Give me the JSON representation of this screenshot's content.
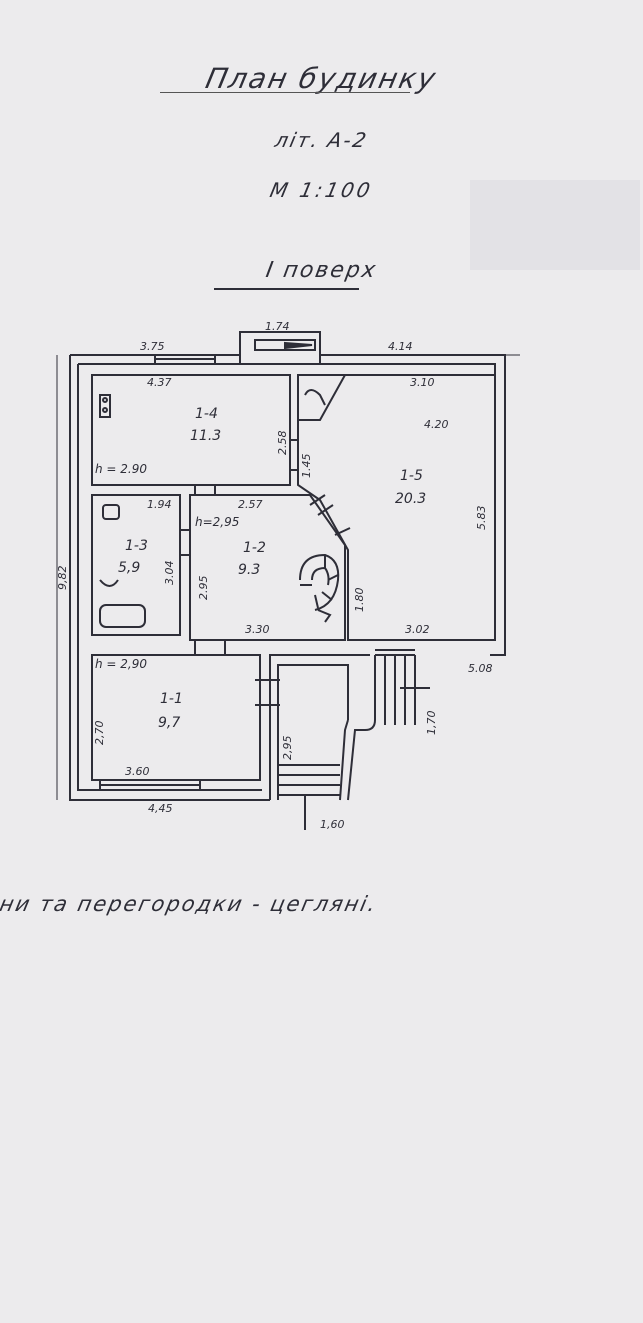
{
  "header": {
    "title": "План будинку",
    "subtitle": "літ. А-2",
    "scale": "М 1:100",
    "floor": "І поверх"
  },
  "rooms": [
    {
      "id": "1-1",
      "area": "9,7"
    },
    {
      "id": "1-2",
      "area": "9.3"
    },
    {
      "id": "1-3",
      "area": "5,9"
    },
    {
      "id": "1-4",
      "area": "11.3"
    },
    {
      "id": "1-5",
      "area": "20.3"
    }
  ],
  "heights": {
    "room_1_4": "h = 2.90",
    "room_1_2": "h=2,95",
    "room_1_1": "h = 2,90"
  },
  "dimensions": {
    "top_left": "3.75",
    "top_chimney": "1.74",
    "top_right": "4.14",
    "r14_width": "4.37",
    "r14_height": "2.58",
    "corridor": "1.45",
    "r15_top": "3.10",
    "r15_inner": "4.20",
    "r15_height": "5.83",
    "r13_width": "1.94",
    "r12_top": "2.57",
    "r13_height": "3.04",
    "r12_height": "2.95",
    "stair_side": "1.80",
    "r12_bottom": "3.30",
    "r15_bottom": "3.02",
    "overall_right": "5.08",
    "overall_height": "9,82",
    "r11_height": "2,70",
    "entry_height": "2,95",
    "porch_height": "1,70",
    "r11_width": "3.60",
    "bottom_width": "4,45",
    "porch_width": "1,60"
  },
  "notes": "ни та перегородки - цегляні."
}
